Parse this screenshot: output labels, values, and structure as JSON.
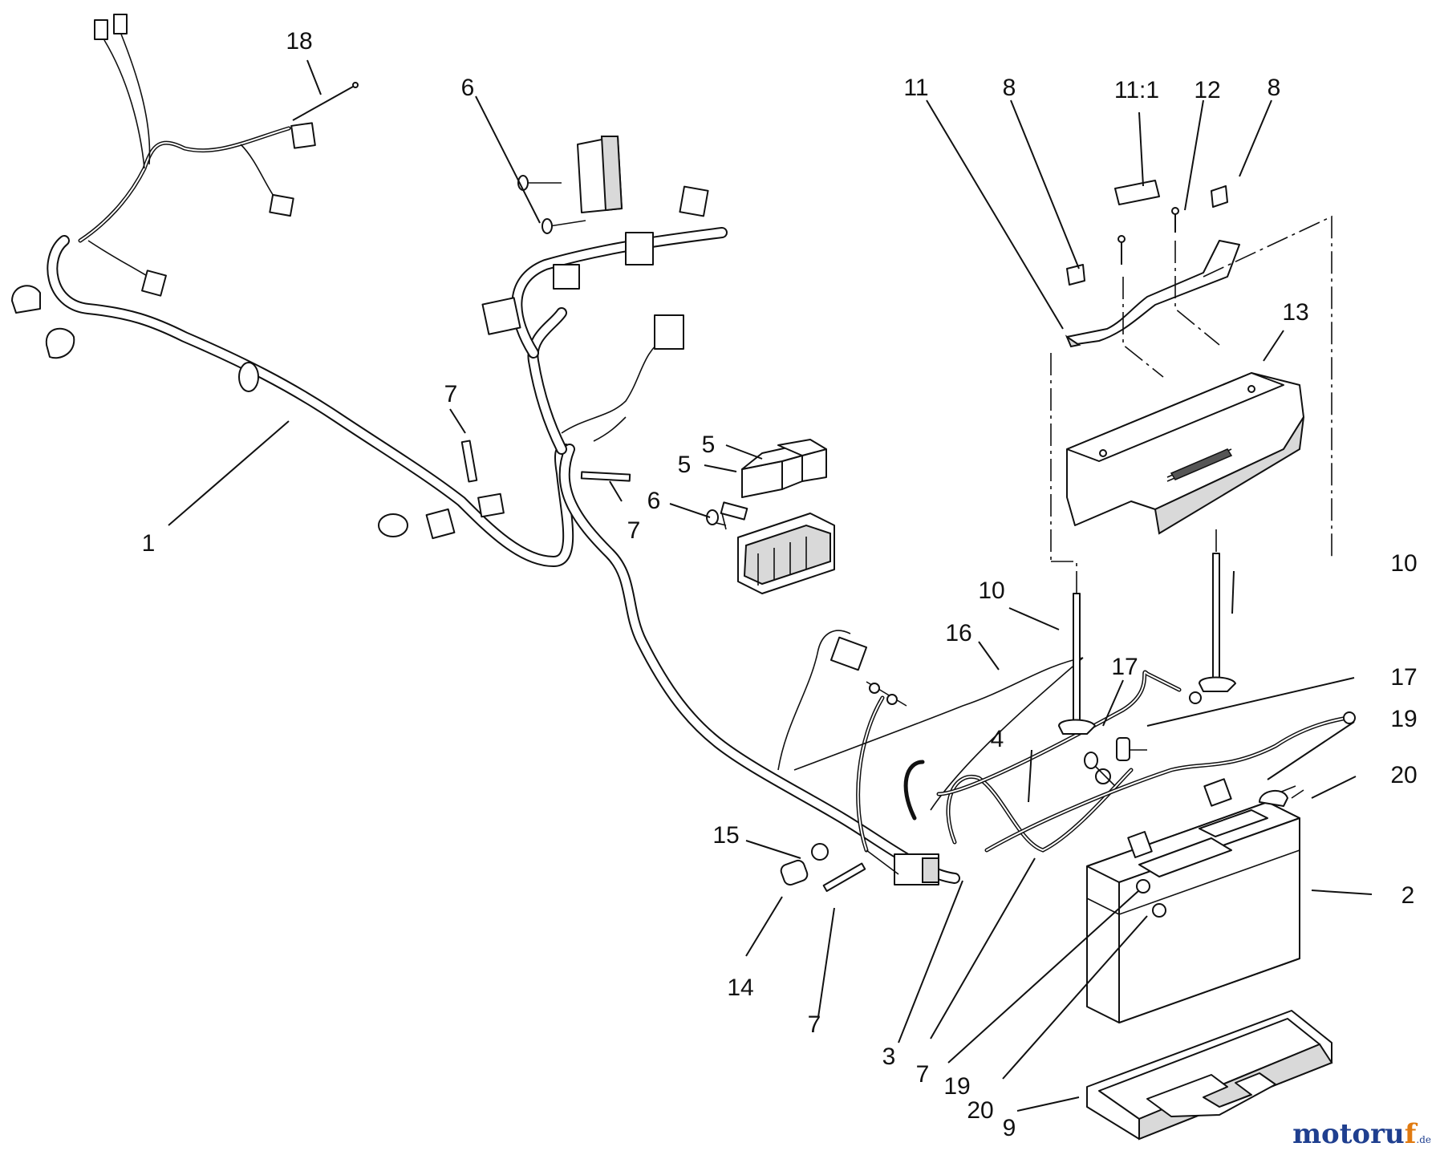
{
  "diagram": {
    "callouts": [
      {
        "id": "c-18",
        "text": "18"
      },
      {
        "id": "c-6a",
        "text": "6"
      },
      {
        "id": "c-11",
        "text": "11"
      },
      {
        "id": "c-8a",
        "text": "8"
      },
      {
        "id": "c-11-1",
        "text": "11:1"
      },
      {
        "id": "c-12",
        "text": "12"
      },
      {
        "id": "c-8b",
        "text": "8"
      },
      {
        "id": "c-13",
        "text": "13"
      },
      {
        "id": "c-7a",
        "text": "7"
      },
      {
        "id": "c-1",
        "text": "1"
      },
      {
        "id": "c-5a",
        "text": "5"
      },
      {
        "id": "c-5b",
        "text": "5"
      },
      {
        "id": "c-6b",
        "text": "6"
      },
      {
        "id": "c-7b",
        "text": "7"
      },
      {
        "id": "c-10a",
        "text": "10"
      },
      {
        "id": "c-10b",
        "text": "10"
      },
      {
        "id": "c-16",
        "text": "16"
      },
      {
        "id": "c-17a",
        "text": "17"
      },
      {
        "id": "c-17b",
        "text": "17"
      },
      {
        "id": "c-19a",
        "text": "19"
      },
      {
        "id": "c-4",
        "text": "4"
      },
      {
        "id": "c-20a",
        "text": "20"
      },
      {
        "id": "c-15",
        "text": "15"
      },
      {
        "id": "c-2",
        "text": "2"
      },
      {
        "id": "c-14",
        "text": "14"
      },
      {
        "id": "c-7c",
        "text": "7"
      },
      {
        "id": "c-3",
        "text": "3"
      },
      {
        "id": "c-7d",
        "text": "7"
      },
      {
        "id": "c-19b",
        "text": "19"
      },
      {
        "id": "c-20b",
        "text": "20"
      },
      {
        "id": "c-9",
        "text": "9"
      }
    ]
  },
  "watermark": {
    "main": "motoru",
    "accent": "f",
    "tld": ".de",
    "colors": {
      "main": "#1f3f8f",
      "accent": "#e07a10"
    }
  }
}
